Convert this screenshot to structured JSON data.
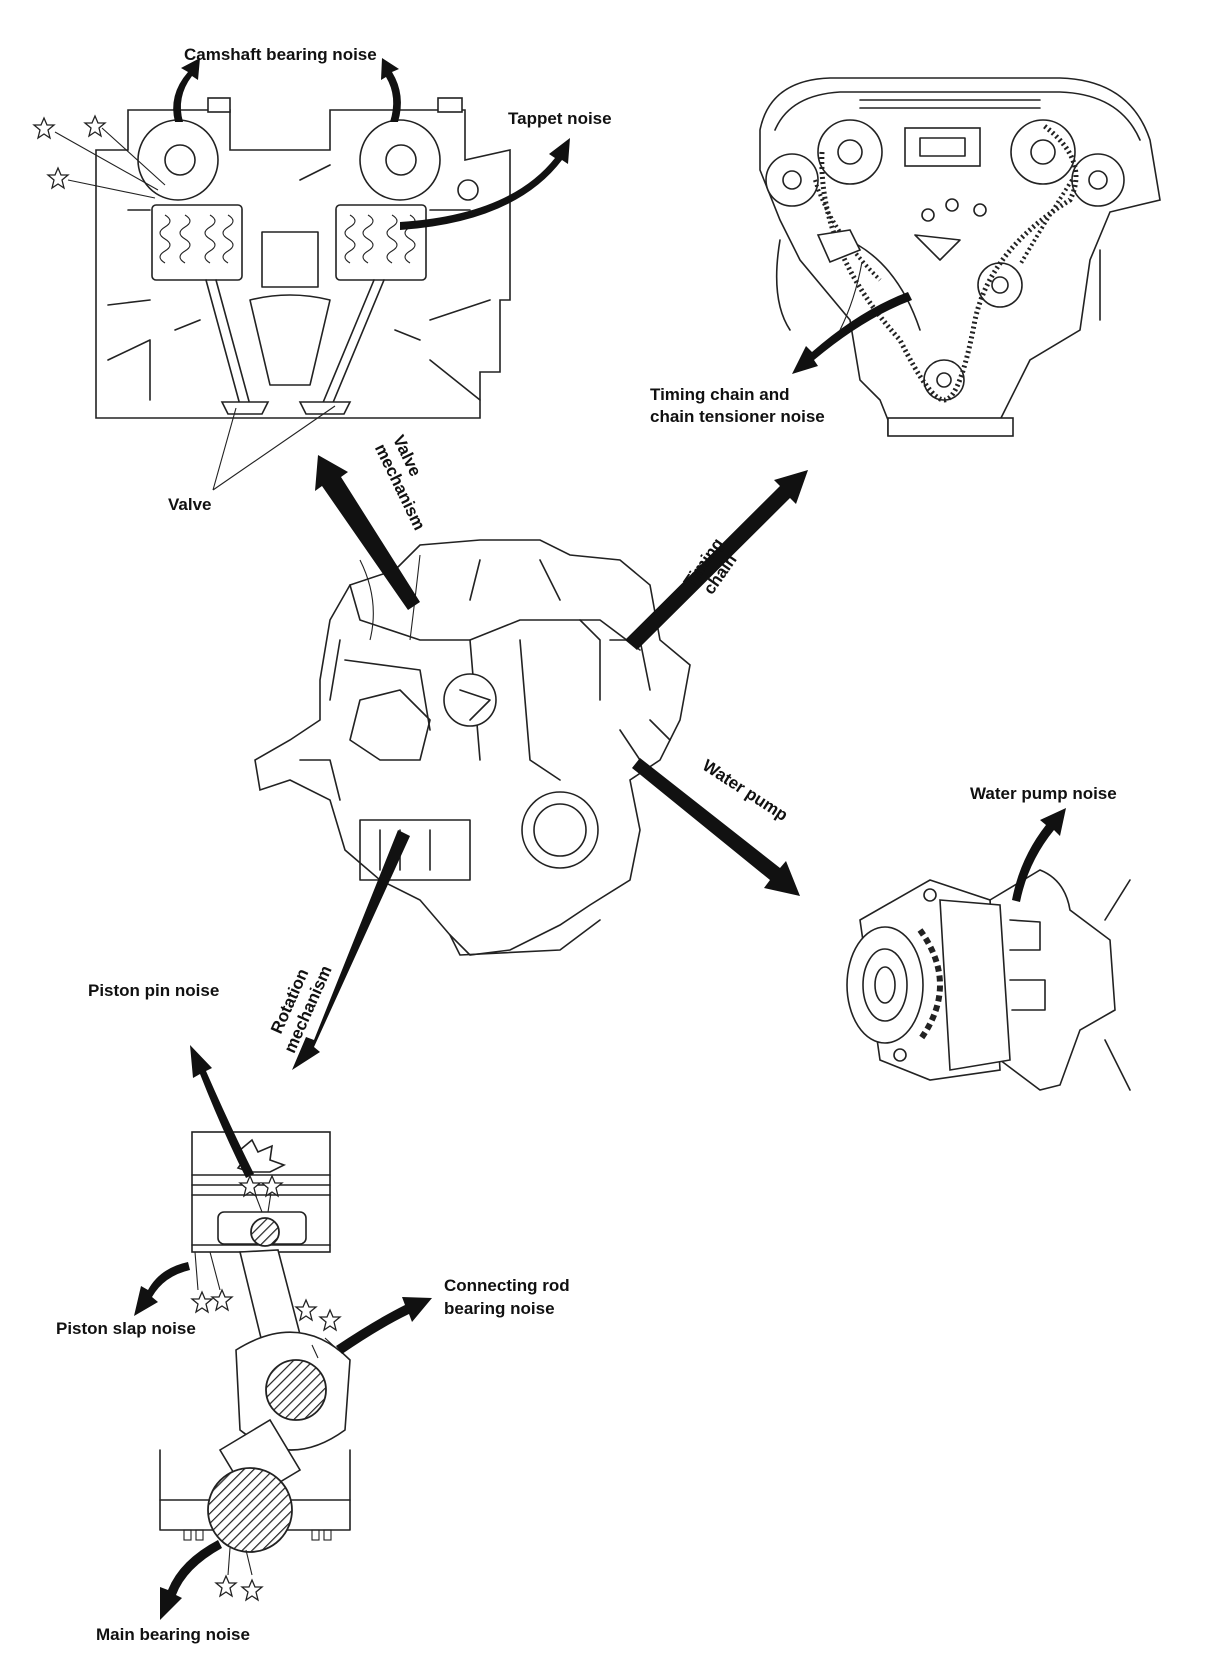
{
  "labels": {
    "camshaft_bearing_noise": "Camshaft bearing noise",
    "tappet_noise": "Tappet noise",
    "valve": "Valve",
    "valve_mechanism_line1": "Valve",
    "valve_mechanism_line2": "mechanism",
    "timing_chain_noise_line1": "Timing chain and",
    "timing_chain_noise_line2": "chain tensioner noise",
    "timing_chain_line1": "Timing",
    "timing_chain_line2": "chain",
    "water_pump": "Water pump",
    "water_pump_noise": "Water pump noise",
    "rotation_mechanism_line1": "Rotation",
    "rotation_mechanism_line2": "mechanism",
    "piston_pin_noise": "Piston pin noise",
    "piston_slap_noise": "Piston slap noise",
    "connecting_rod_noise_line1": "Connecting rod",
    "connecting_rod_noise_line2": "bearing noise",
    "main_bearing_noise": "Main bearing noise"
  },
  "icons": {
    "noise_marker": "star-icon",
    "direction": "arrow-icon"
  },
  "colors": {
    "ink": "#111111",
    "paper": "#ffffff"
  }
}
